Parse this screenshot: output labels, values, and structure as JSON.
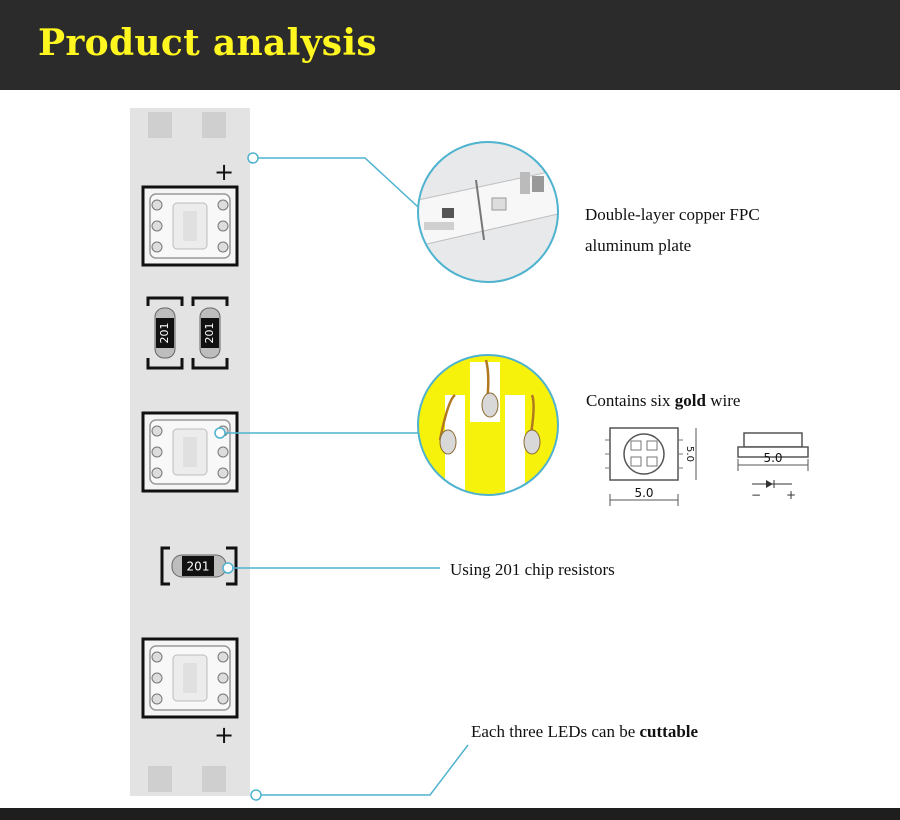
{
  "header": {
    "title": "Product analysis"
  },
  "strip": {
    "polarity_symbol": "+",
    "resistor_marking": "201"
  },
  "callouts": {
    "fpc": {
      "line1": "Double-layer copper FPC",
      "line2": "aluminum plate"
    },
    "gold": {
      "prefix": "Contains six ",
      "bold": "gold",
      "suffix": " wire"
    },
    "resistor": {
      "text": "Using 201 chip resistors"
    },
    "cut": {
      "prefix": "Each three LEDs can be ",
      "bold": "cuttable"
    }
  },
  "led_diagram": {
    "front_dim_bottom": "5.0",
    "front_dim_side": "5.0",
    "side_dim": "5.0",
    "minus": "−",
    "plus": "+"
  },
  "colors": {
    "header_bg": "#2b2b2b",
    "title": "#fff71f",
    "strip": "#e3e3e3",
    "callout_line": "#4fb3cf",
    "gold_bg": "#f6f20c"
  }
}
